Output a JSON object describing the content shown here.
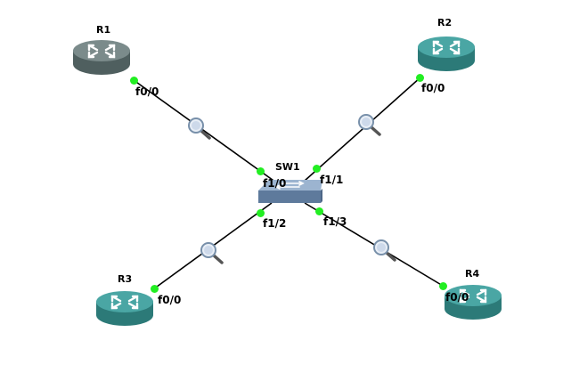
{
  "topology": {
    "devices": {
      "r1": {
        "name": "R1",
        "type": "router",
        "color": "#6b7c7c"
      },
      "r2": {
        "name": "R2",
        "type": "router",
        "color": "#3f9a98"
      },
      "r3": {
        "name": "R3",
        "type": "router",
        "color": "#3f9a98"
      },
      "r4": {
        "name": "R4",
        "type": "router",
        "color": "#3f9a98"
      },
      "sw1": {
        "name": "SW1",
        "type": "ethernet-switch",
        "color": "#7f9cbc"
      }
    },
    "ports": {
      "r1": "f0/0",
      "r2": "f0/0",
      "r3": "f0/0",
      "r4": "f0/0",
      "sw1_a": "f1/0",
      "sw1_b": "f1/1",
      "sw1_c": "f1/2",
      "sw1_d": "f1/3"
    },
    "links": [
      {
        "from": "R1 f0/0",
        "to": "SW1 f1/0",
        "capture_icon": "magnifier-icon"
      },
      {
        "from": "R2 f0/0",
        "to": "SW1 f1/1",
        "capture_icon": "magnifier-icon"
      },
      {
        "from": "R3 f0/0",
        "to": "SW1 f1/2",
        "capture_icon": "magnifier-icon"
      },
      {
        "from": "R4 f0/0",
        "to": "SW1 f1/3",
        "capture_icon": "magnifier-icon"
      }
    ],
    "port_status_color": "#22ee22",
    "link_color": "#000000"
  }
}
